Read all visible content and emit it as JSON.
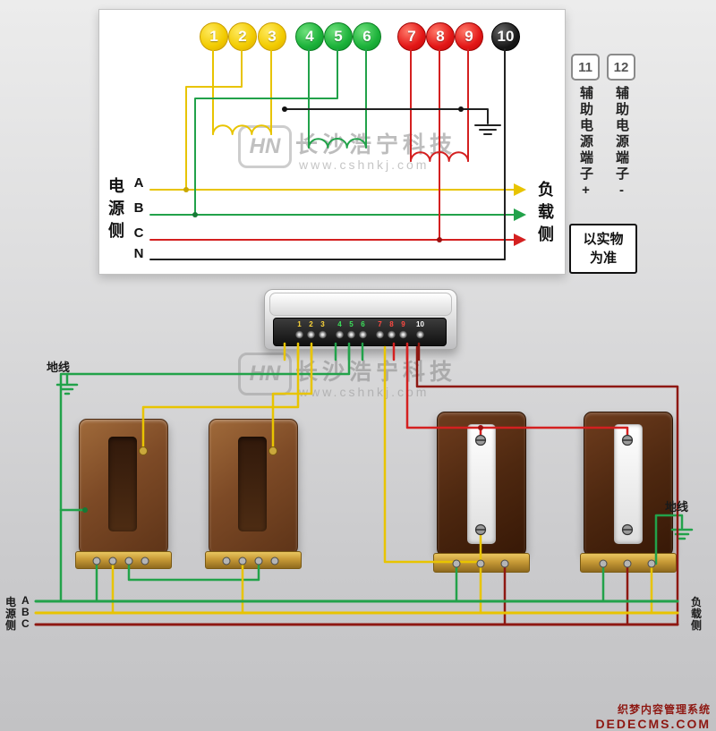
{
  "top_panel": {
    "terminals": [
      {
        "n": "1"
      },
      {
        "n": "2"
      },
      {
        "n": "3"
      },
      {
        "n": "4"
      },
      {
        "n": "5"
      },
      {
        "n": "6"
      },
      {
        "n": "7"
      },
      {
        "n": "8"
      },
      {
        "n": "9"
      },
      {
        "n": "10"
      }
    ],
    "source_side": "电源侧",
    "load_side": "负载侧",
    "phases": [
      "A",
      "B",
      "C",
      "N"
    ]
  },
  "aux": {
    "t11": "11",
    "t12": "12",
    "label_plus": "辅助电源端子+",
    "label_minus": "辅助电源端子-",
    "note_line1": "以实物",
    "note_line2": "为准"
  },
  "watermark": {
    "logo": "HN",
    "name": "长沙浩宁科技",
    "url": "www.cshnkj.com"
  },
  "meter": {
    "terminals": [
      "1",
      "2",
      "3",
      "4",
      "5",
      "6",
      "7",
      "8",
      "9",
      "10"
    ]
  },
  "bottom": {
    "ground_left": "地线",
    "ground_right": "地线",
    "source_chars": [
      "电",
      "源",
      "侧"
    ],
    "source_phases": [
      "A",
      "B",
      "C"
    ],
    "load_chars": [
      "负",
      "载",
      "侧"
    ]
  },
  "footer": {
    "line1": "织梦内容管理系统",
    "line2": "DEDECMS.COM"
  },
  "colors": {
    "phase_a": "#e8c400",
    "phase_b": "#22a24a",
    "phase_c": "#d42020",
    "neutral": "#222222",
    "dark_red": "#8e1812"
  }
}
